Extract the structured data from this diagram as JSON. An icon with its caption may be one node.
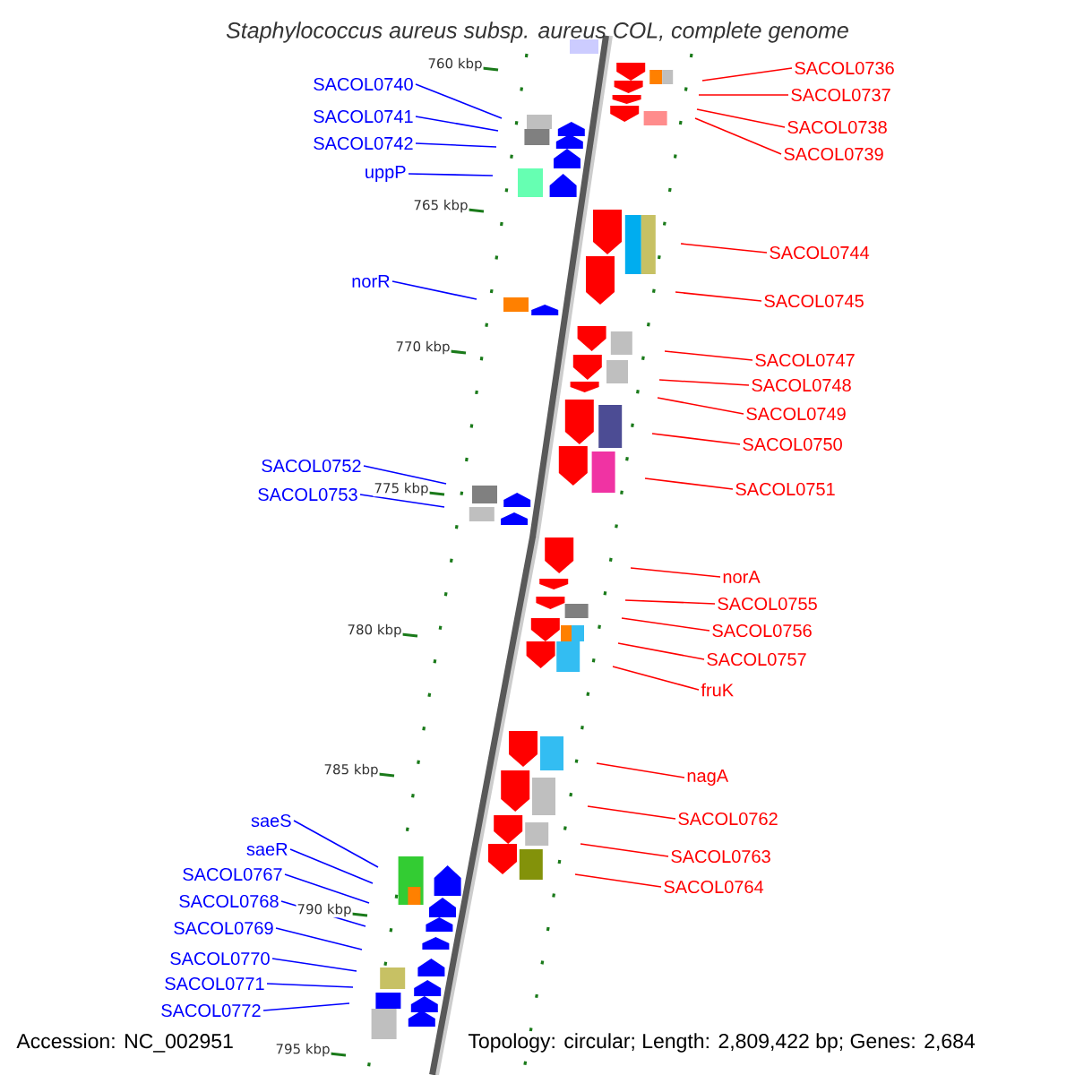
{
  "diagram": {
    "title": "Staphylococcus aureus subsp. aureus COL, complete genome",
    "nodes": [
      {
        "text": [
          "SACOL0740"
        ]
      },
      {
        "text": [
          "SACOL0741"
        ]
      },
      {
        "text": [
          "SACOL0742"
        ]
      },
      {
        "text": [
          "uppP"
        ]
      },
      {
        "text": [
          "norR"
        ]
      },
      {
        "text": [
          "SACOL0752"
        ]
      },
      {
        "text": [
          "SACOL0753"
        ]
      },
      {
        "text": [
          "saeS"
        ]
      },
      {
        "text": [
          "saeR"
        ]
      },
      {
        "text": [
          "SACOL0767"
        ]
      },
      {
        "text": [
          "SACOL0768"
        ]
      },
      {
        "text": [
          "SACOL0769"
        ]
      },
      {
        "text": [
          "SACOL0770"
        ]
      },
      {
        "text": [
          "SACOL0771"
        ]
      },
      {
        "text": [
          "SACOL0772"
        ]
      },
      {
        "text": [
          "SACOL0736"
        ]
      },
      {
        "text": [
          "SACOL0737"
        ]
      },
      {
        "text": [
          "SACOL0738"
        ]
      },
      {
        "text": [
          "SACOL0739"
        ]
      },
      {
        "text": [
          "SACOL0744"
        ]
      },
      {
        "text": [
          "SACOL0745"
        ]
      },
      {
        "text": [
          "SACOL0747"
        ]
      },
      {
        "text": [
          "SACOL0748"
        ]
      },
      {
        "text": [
          "SACOL0749"
        ]
      },
      {
        "text": [
          "SACOL0750"
        ]
      },
      {
        "text": [
          "SACOL0751"
        ]
      },
      {
        "text": [
          "norA"
        ]
      },
      {
        "text": [
          "SACOL0755"
        ]
      },
      {
        "text": [
          "SACOL0756"
        ]
      },
      {
        "text": [
          "SACOL0757"
        ]
      },
      {
        "text": [
          "fruK"
        ]
      },
      {
        "text": [
          "nagA"
        ]
      },
      {
        "text": [
          "SACOL0762"
        ]
      },
      {
        "text": [
          "SACOL0763"
        ]
      },
      {
        "text": [
          "SACOL0764"
        ]
      }
    ],
    "edges": [
      {
        "from": 0,
        "to": null,
        "arrow": "none",
        "color": "#0000ff"
      },
      {
        "from": 1,
        "to": null,
        "arrow": "none",
        "color": "#0000ff"
      },
      {
        "from": 2,
        "to": null,
        "arrow": "none",
        "color": "#0000ff"
      },
      {
        "from": 3,
        "to": null,
        "arrow": "none",
        "color": "#0000ff"
      },
      {
        "from": 4,
        "to": null,
        "arrow": "none",
        "color": "#0000ff"
      },
      {
        "from": 5,
        "to": null,
        "arrow": "none",
        "color": "#0000ff"
      },
      {
        "from": 6,
        "to": null,
        "arrow": "none",
        "color": "#0000ff"
      },
      {
        "from": 7,
        "to": null,
        "arrow": "none",
        "color": "#0000ff"
      },
      {
        "from": 8,
        "to": null,
        "arrow": "none",
        "color": "#0000ff"
      },
      {
        "from": 9,
        "to": null,
        "arrow": "none",
        "color": "#0000ff"
      },
      {
        "from": 10,
        "to": null,
        "arrow": "none",
        "color": "#0000ff"
      },
      {
        "from": 11,
        "to": null,
        "arrow": "none",
        "color": "#0000ff"
      },
      {
        "from": 12,
        "to": null,
        "arrow": "none",
        "color": "#0000ff"
      },
      {
        "from": 13,
        "to": null,
        "arrow": "none",
        "color": "#0000ff"
      },
      {
        "from": 14,
        "to": null,
        "arrow": "none",
        "color": "#0000ff"
      },
      {
        "from": 15,
        "to": null,
        "arrow": "none"
      },
      {
        "from": 16,
        "to": null,
        "arrow": "none"
      },
      {
        "from": 17,
        "to": null,
        "arrow": "none"
      },
      {
        "from": 18,
        "to": null,
        "arrow": "none"
      },
      {
        "from": 19,
        "to": null,
        "arrow": "none"
      },
      {
        "from": 20,
        "to": null,
        "arrow": "none"
      },
      {
        "from": 21,
        "to": null,
        "arrow": "none"
      },
      {
        "from": 22,
        "to": null,
        "arrow": "none"
      },
      {
        "from": 23,
        "to": null,
        "arrow": "none"
      },
      {
        "from": 24,
        "to": null,
        "arrow": "none"
      },
      {
        "from": 25,
        "to": null,
        "arrow": "none"
      },
      {
        "from": 26,
        "to": null,
        "arrow": "none"
      },
      {
        "from": 27,
        "to": null,
        "arrow": "none"
      },
      {
        "from": 28,
        "to": null,
        "arrow": "none"
      },
      {
        "from": 29,
        "to": null,
        "arrow": "none"
      },
      {
        "from": 30,
        "to": null,
        "arrow": "none"
      },
      {
        "from": 31,
        "to": null,
        "arrow": "none"
      },
      {
        "from": 32,
        "to": null,
        "arrow": "none"
      },
      {
        "from": 33,
        "to": null,
        "arrow": "none"
      },
      {
        "from": 34,
        "to": null,
        "arrow": "none"
      }
    ],
    "labels": [
      "760 kbp",
      "765 kbp",
      "770 kbp",
      "775 kbp",
      "780 kbp",
      "785 kbp",
      "790 kbp",
      "795 kbp",
      "Accession: NC_002951",
      "Topology: circular; Length: 2,809,422 bp; Genes: 2,684"
    ]
  }
}
